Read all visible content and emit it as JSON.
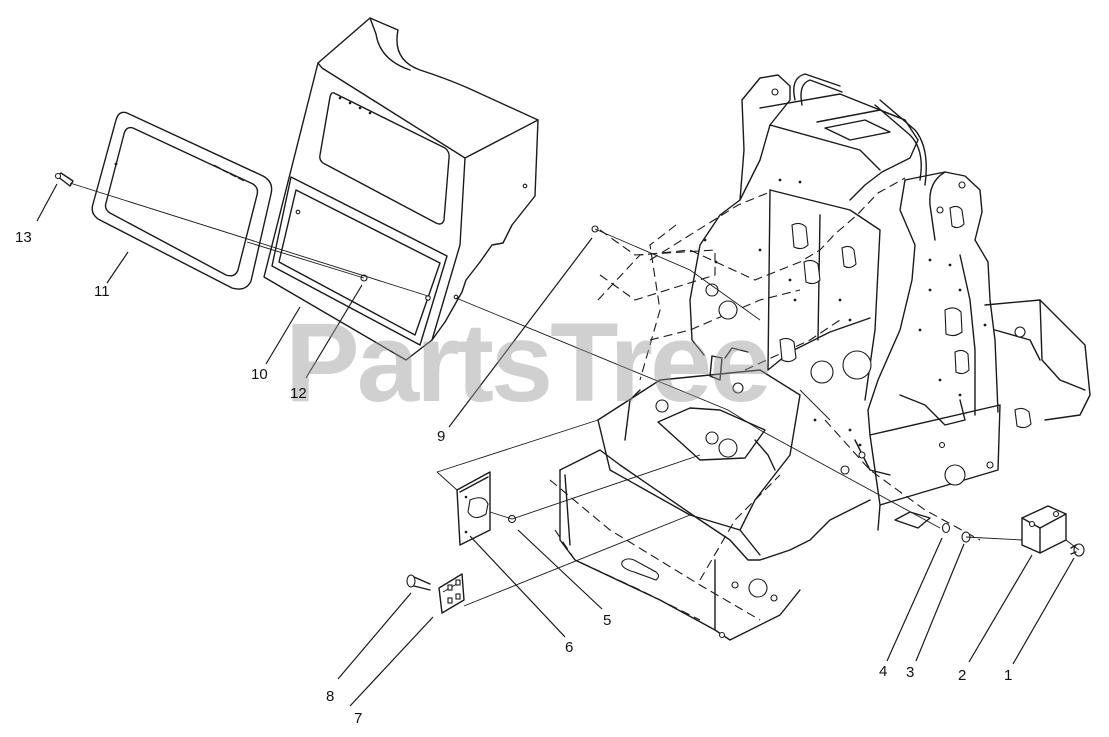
{
  "watermark": "PartsTree",
  "callouts": {
    "c1": "1",
    "c2": "2",
    "c3": "3",
    "c4": "4",
    "c5": "5",
    "c6": "6",
    "c7": "7",
    "c8": "8",
    "c9": "9",
    "c10": "10",
    "c11": "11",
    "c12": "12",
    "c13": "13"
  }
}
